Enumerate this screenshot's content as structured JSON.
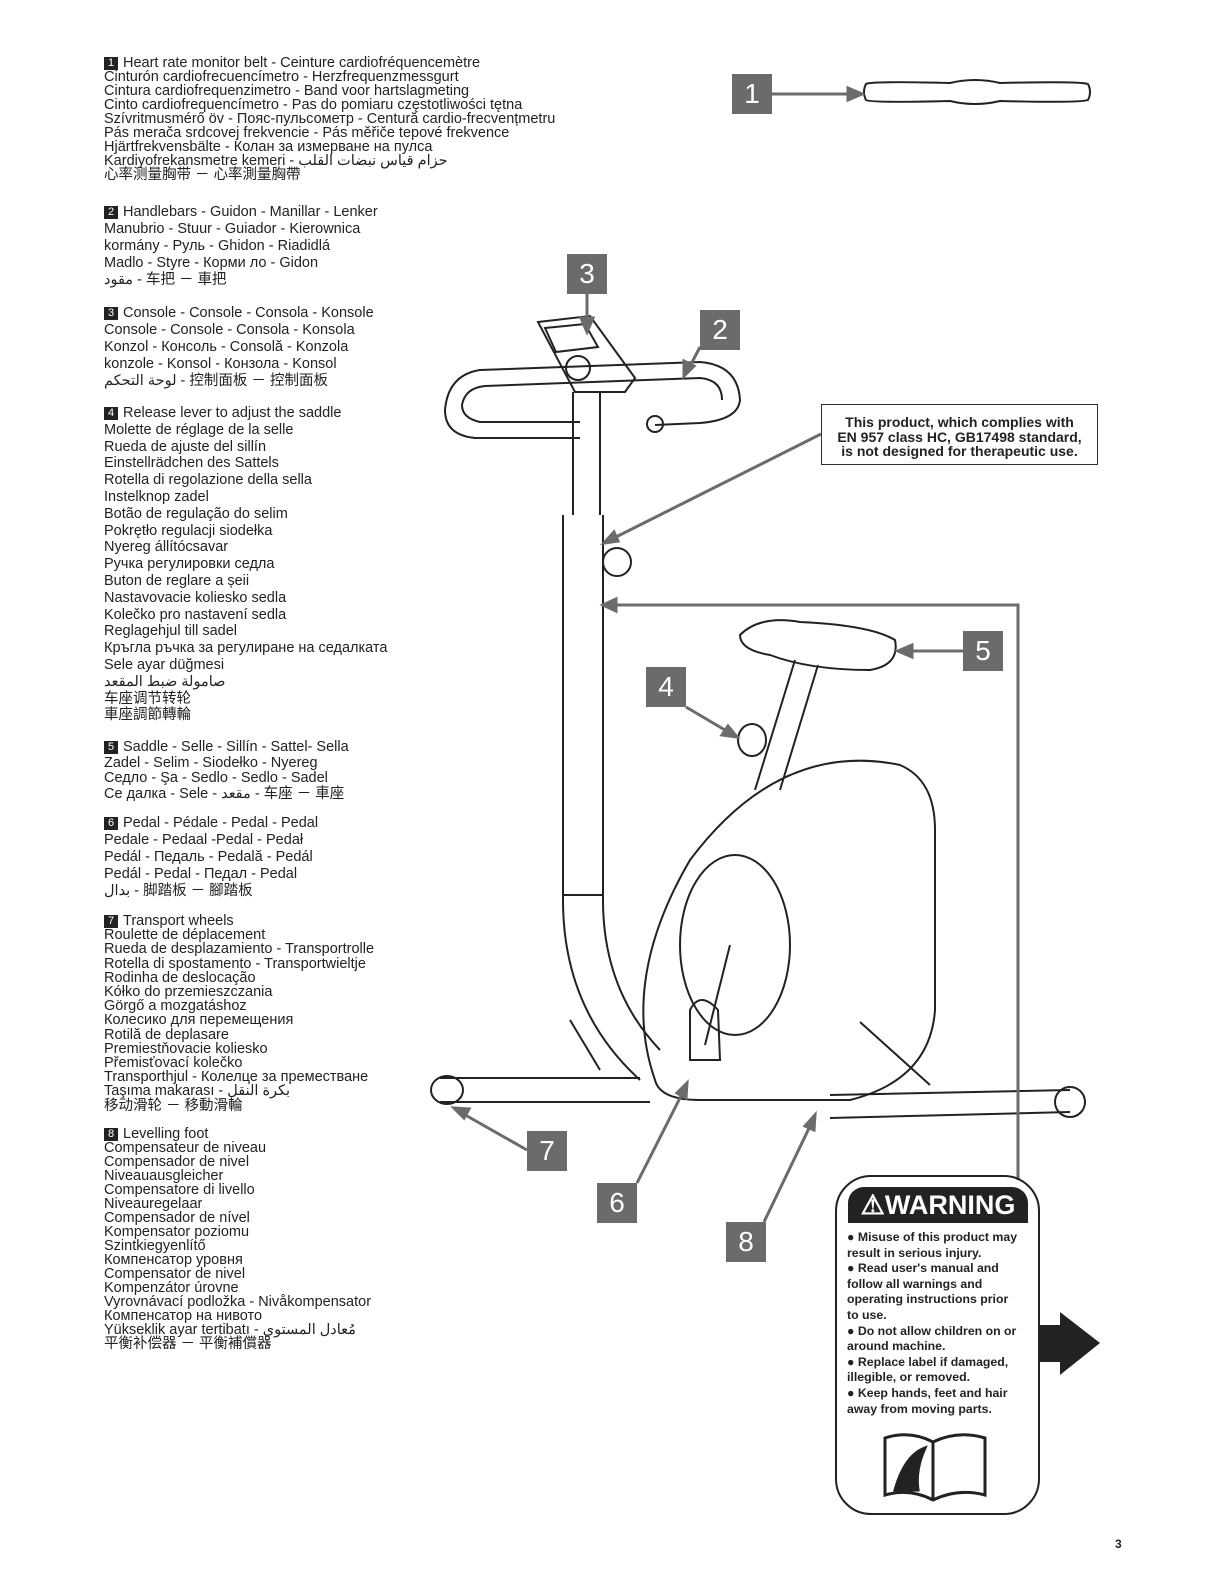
{
  "parts": [
    {
      "number": "1",
      "lines": [
        "Heart rate monitor belt - Ceinture cardiofréquencemètre",
        "Cinturón cardiofrecuencímetro - Herzfrequenzmessgurt",
        "Cintura cardiofrequenzimetro - Band voor hartslagmeting",
        "Cinto cardiofrequencímetro - Pas do pomiaru częstotliwości tętna",
        "Szívritmusmérő öv - Пояс-пульсометр - Centură cardio-frecvențmetru",
        "Pás merača srdcovej frekvencie - Pás měřiče tepové frekvence",
        "Hjärtfrekvensbälte - Колан за измерване на пулса",
        "Kardiyofrekansmetre kemeri - حزام قياس نبضات القلب",
        "心率测量胸带 － 心率測量胸帶"
      ]
    },
    {
      "number": "2",
      "lines": [
        "Handlebars - Guidon - Manillar - Lenker",
        "Manubrio - Stuur - Guiador - Kierownica",
        "kormány - Руль - Ghidon - Riadidlá",
        "Madlo - Styre - Корми ло - Gidon",
        "مقود - 车把 － 車把"
      ]
    },
    {
      "number": "3",
      "lines": [
        "Console - Console - Consola - Konsole",
        "Console - Console - Consola - Konsola",
        "Konzol - Консоль - Consolă - Konzola",
        "konzole - Konsol - Конзола - Konsol",
        "لوحة التحكم - 控制面板 － 控制面板"
      ]
    },
    {
      "number": "4",
      "lines": [
        "Release lever to adjust the saddle",
        "Molette de réglage de la selle",
        "Rueda de ajuste del sillín",
        "Einstellrädchen des Sattels",
        "Rotella di regolazione della sella",
        "Instelknop zadel",
        "Botão de regulação do selim",
        "Pokrętło regulacji siodełka",
        "Nyereg állítócsavar",
        "Ручка регулировки седла",
        "Buton de reglare a șeii",
        "Nastavovacie koliesko sedla",
        "Kolečko pro nastavení sedla",
        "Reglagehjul till sadel",
        "Кръгла ръчка за регулиране на седалката",
        "Sele ayar düğmesi",
        "صامولة ضبط المقعد",
        "车座调节转轮",
        "車座調節轉輪"
      ]
    },
    {
      "number": "5",
      "lines": [
        "Saddle - Selle - Sillín - Sattel- Sella",
        "Zadel - Selim - Siodełko - Nyereg",
        "Седло - Şa - Sedlo - Sedlo - Sadel",
        "Се далка - Sele - مقعد - 车座 － 車座"
      ]
    },
    {
      "number": "6",
      "lines": [
        "Pedal - Pédale - Pedal - Pedal",
        "Pedale - Pedaal -Pedal - Pedał",
        "Pedál - Педаль - Pedală - Pedál",
        "Pedál - Pedal - Педал - Pedal",
        "بدال - 脚踏板 － 腳踏板"
      ]
    },
    {
      "number": "7",
      "lines": [
        "Transport wheels",
        "Roulette de déplacement",
        "Rueda de desplazamiento - Transportrolle",
        "Rotella di spostamento - Transportwieltje",
        "Rodinha de deslocação",
        "Kółko do przemieszczania",
        "Görgő a mozgatáshoz",
        "Колесико для перемещения",
        "Rotilă de deplasare",
        "Premiestňovacie koliesko",
        "Přemisťovací kolečko",
        "Transporthjul - Колелце за преместване",
        "Taşıma makarası - بكرة النقل",
        "移动滑轮 － 移動滑輪"
      ]
    },
    {
      "number": "8",
      "lines": [
        "Levelling foot",
        "Compensateur de niveau",
        "Compensador de nivel",
        "Niveauausgleicher",
        "Compensatore di livello",
        "Niveauregelaar",
        "Compensador de nível",
        "Kompensator poziomu",
        "Szintkiegyenlítő",
        "Компенсатор уровня",
        "Compensator de nivel",
        "Kompenzátor úrovne",
        "Vyrovnávací podložka - Nivåkompensator",
        "Компенсатор на нивото",
        "Yükseklik ayar tertibatı - مُعادل المستوى",
        "平衡补偿器 － 平衡補償器"
      ]
    }
  ],
  "notice": {
    "lines": [
      "This product, which complies with",
      "EN 957 class HC, GB17498 standard,",
      "is not designed for therapeutic use."
    ]
  },
  "warning": {
    "title": "WARNING",
    "lines": [
      "● Misuse of this product may",
      "result in serious injury.",
      "● Read user's manual and",
      "follow all warnings and",
      "operating instructions prior",
      "to use.",
      "● Do not allow children on or",
      "around machine.",
      "● Replace label if damaged,",
      "illegible, or removed.",
      "● Keep hands, feet and hair",
      "away from moving parts."
    ]
  },
  "page_number": "3",
  "colors": {
    "callout": "#6b6b6b",
    "ink": "#222222"
  }
}
